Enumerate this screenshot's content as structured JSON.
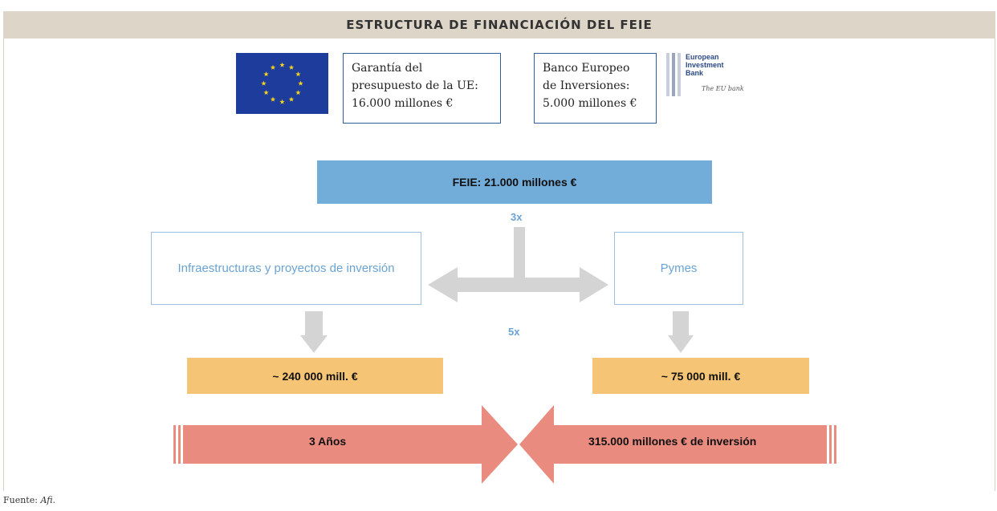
{
  "title": "ESTRUCTURA DE FINANCIACIÓN DEL FEIE",
  "icons": {
    "eu_flag": "eu-flag-icon",
    "eib_logo": "eib-logo-icon"
  },
  "eu_guarantee": {
    "lines": [
      "Garantía del",
      "presupuesto de la UE:",
      "16.000 millones €"
    ]
  },
  "eib_funding": {
    "lines": [
      "Banco Europeo",
      "de Inversiones:",
      "5.000 millones €"
    ]
  },
  "eib_logo": {
    "lines": [
      "European",
      "Investment",
      "Bank"
    ],
    "tagline": "The EU bank"
  },
  "feie": "FEIE: 21.000 millones €",
  "multiplier_top": "3x",
  "multiplier_bottom": "5x",
  "targets": {
    "left": "Infraestructuras y proyectos de inversión",
    "right": "Pymes"
  },
  "amounts": {
    "left": "~ 240 000 mill. €",
    "right": "~ 75 000 mill. €"
  },
  "band": {
    "left": "3 Años",
    "right": "315.000 millones € de inversión"
  },
  "source": {
    "prefix": "Fuente: ",
    "name": "Afi",
    "suffix": "."
  },
  "colors": {
    "eu_blue": "#1d3c9c",
    "eu_star": "#f3d11c",
    "feie_blue": "#72acd9",
    "amount_orange": "#f5c474",
    "band_red": "#ea8b80",
    "arrow_grey": "#d4d4d4",
    "title_bar": "#ddd6c8",
    "label_blue": "#6aa3d3"
  }
}
